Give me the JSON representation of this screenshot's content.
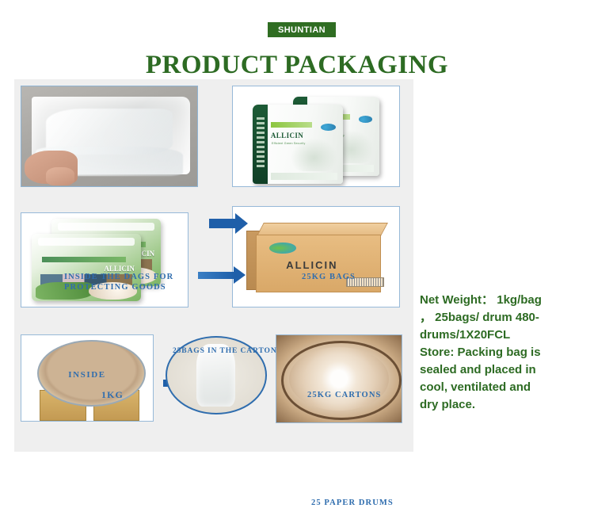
{
  "header": {
    "badge": "SHUNTIAN",
    "title": "PRODUCT PACKAGING",
    "badge_color": "#2f6d22",
    "title_color": "#2d6b23"
  },
  "board": {
    "background_color": "#efefef",
    "panel_border_color": "#97b9d8",
    "caption_color": "#2f6dae",
    "arrow_color": "#1f5fa9"
  },
  "panels": [
    {
      "id": "inside-bags",
      "caption": "INSIDE  THE  DAGS FOR PROTECTING GOODS",
      "caption_line1": "INSIDE  THE  DAGS FOR",
      "caption_line2": "PROTECTING GOODS",
      "photo": "clear-plastic-liner-bag-held-by-hand"
    },
    {
      "id": "25kg-bags",
      "caption": "25KG BAGS",
      "photo": "two-white-green-allicin-feed-bags",
      "bag_brand": "ALLICIN",
      "bag_subtitle": "Efficient Green Security"
    },
    {
      "id": "1kg",
      "caption": "1KG",
      "photo": "green-allicin-1kg-pouches-with-garlic",
      "pouch_brand": "ALLICIN"
    },
    {
      "id": "25kg-cartons",
      "caption": "25KG CARTONS",
      "photo": "cardboard-carton",
      "carton_label": "ALLICIN"
    },
    {
      "id": "drum-inside",
      "caption": "INSIDE",
      "photo": "open-paper-drum-interior"
    },
    {
      "id": "liner-circle",
      "caption": "",
      "photo": "white-inner-liner-bag-circle-inset"
    },
    {
      "id": "paper-drums",
      "caption": "25 PAPER DRUMS",
      "photo": "paper-drum-with-plastic-liner"
    }
  ],
  "arrow_labels": {
    "row2": "25BAGS IN THE CARTON"
  },
  "info": {
    "line1": "Net Weight： 1kg/bag",
    "line2": "， 25bags/ drum  480-",
    "line3": "drums/1X20FCL",
    "line4": "Store: Packing bag is",
    "line5": "sealed and placed in",
    "line6": "cool, ventilated and",
    "line7": "dry place.",
    "color": "#2d6b23"
  }
}
